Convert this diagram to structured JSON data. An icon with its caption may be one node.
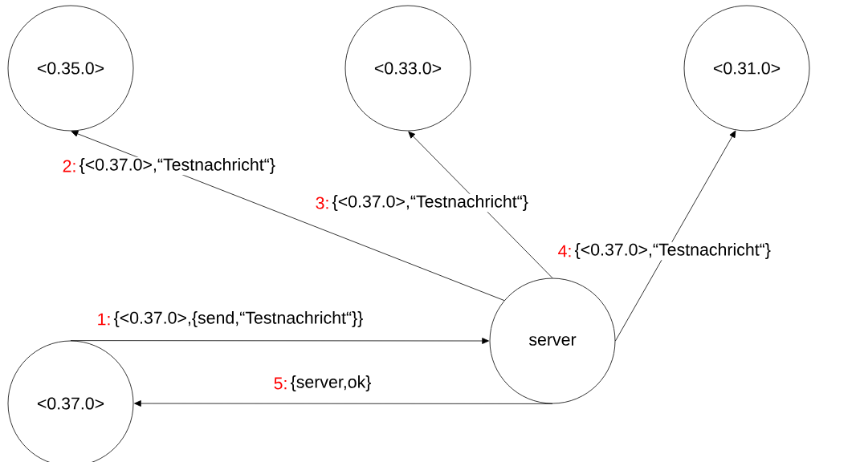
{
  "diagram": {
    "nodes": [
      {
        "text": [
          "<0.35.0>"
        ]
      },
      {
        "text": [
          "<0.33.0>"
        ]
      },
      {
        "text": [
          "<0.31.0>"
        ]
      },
      {
        "text": [
          "server"
        ]
      },
      {
        "text": [
          "<0.37.0>"
        ]
      }
    ],
    "edges": [
      {
        "from": 4,
        "to": 3,
        "arrow": "to",
        "label": "{<0.37.0>,{send,“Testnachricht“}}"
      },
      {
        "from": 3,
        "to": 0,
        "arrow": "to",
        "label": "{<0.37.0>,“Testnachricht“}"
      },
      {
        "from": 3,
        "to": 1,
        "arrow": "to",
        "label": "{<0.37.0>,“Testnachricht“}"
      },
      {
        "from": 3,
        "to": 2,
        "arrow": "to",
        "label": "{<0.37.0>,“Testnachricht“}"
      },
      {
        "from": 3,
        "to": 4,
        "arrow": "to",
        "label": "{server,ok}"
      }
    ],
    "labels": [
      "1:",
      "2:",
      "3:",
      "4:",
      "5:"
    ]
  }
}
